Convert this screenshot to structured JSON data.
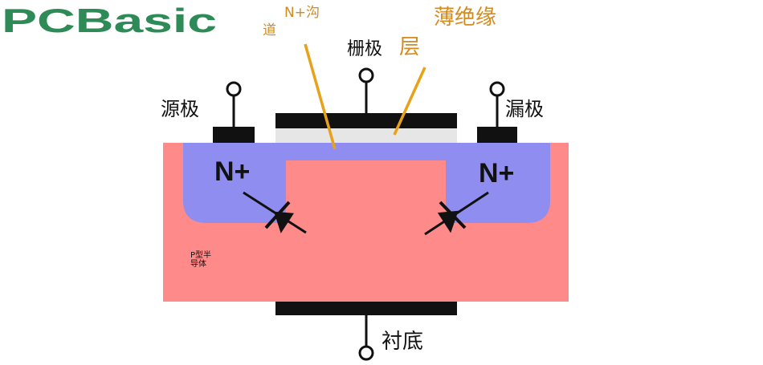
{
  "brand": {
    "logo_text": "PCBasic",
    "color": "#2e8b57"
  },
  "labels": {
    "channel_line1": "N+沟",
    "channel_line2": "道",
    "gate": "栅极",
    "oxide_line1": "薄绝缘",
    "oxide_line2": "层",
    "source": "源极",
    "drain": "漏极",
    "n_plus_left": "N+",
    "n_plus_right": "N+",
    "p_type_line1": "P型半",
    "p_type_line2": "导体",
    "substrate": "衬底"
  },
  "colors": {
    "p_substrate": "#ff8a8a",
    "n_region": "#8f8ef0",
    "metal": "#111111",
    "oxide": "#e6e6e6",
    "annotation_line": "#e7a21a",
    "text_black": "#111111",
    "text_orange": "#d38a1f"
  }
}
